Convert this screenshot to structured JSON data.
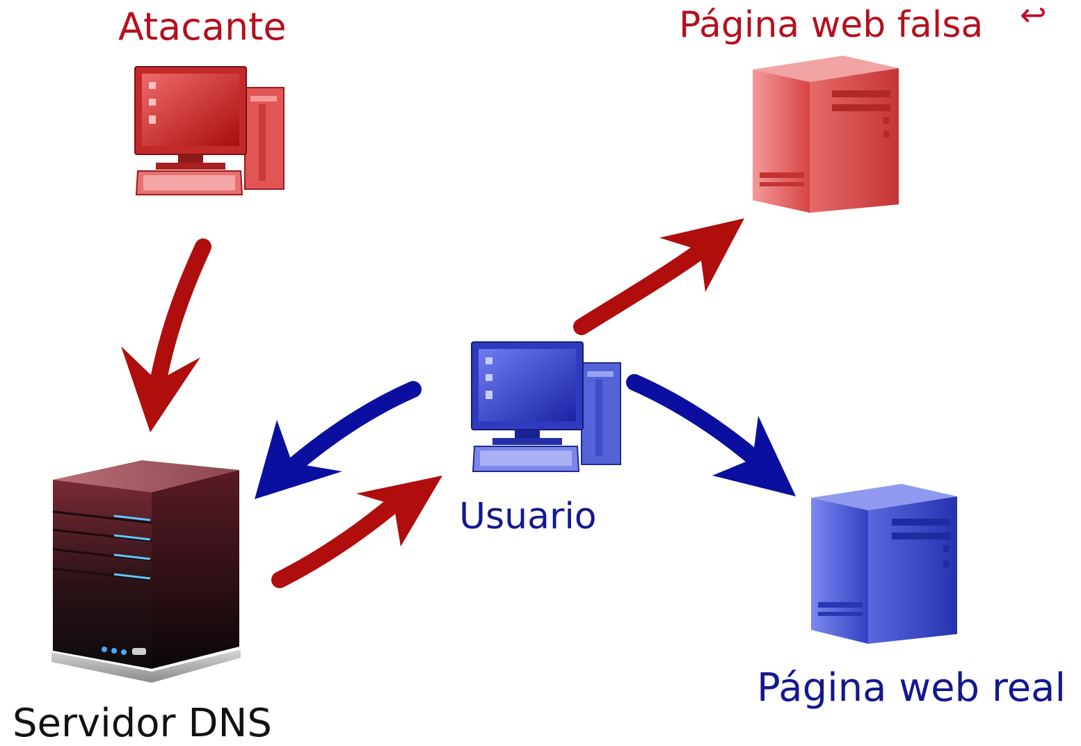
{
  "labels": {
    "attacker": "Atacante",
    "fake_page": "Página web falsa",
    "user": "Usuario",
    "real_page": "Página web real",
    "dns_server": "Servidor DNS"
  },
  "icons": {
    "attacker": "desktop-computer-icon",
    "fake_page": "server-tower-icon",
    "user": "desktop-computer-icon",
    "real_page": "server-tower-icon",
    "dns_server": "rack-server-icon",
    "fake_page_mark": "return-arrow-icon"
  },
  "arrows": [
    {
      "from": "attacker",
      "to": "dns_server",
      "color": "red"
    },
    {
      "from": "user",
      "to": "dns_server",
      "color": "blue"
    },
    {
      "from": "dns_server",
      "to": "user",
      "color": "red"
    },
    {
      "from": "user",
      "to": "fake_page",
      "color": "red"
    },
    {
      "from": "user",
      "to": "real_page",
      "color": "blue"
    }
  ],
  "colors": {
    "red_text": "#b5101e",
    "blue_text": "#13188e",
    "red_arrow": "#b00d0d",
    "blue_arrow": "#0a0fa0",
    "red_device": "#e35050",
    "blue_device": "#5563d8"
  }
}
